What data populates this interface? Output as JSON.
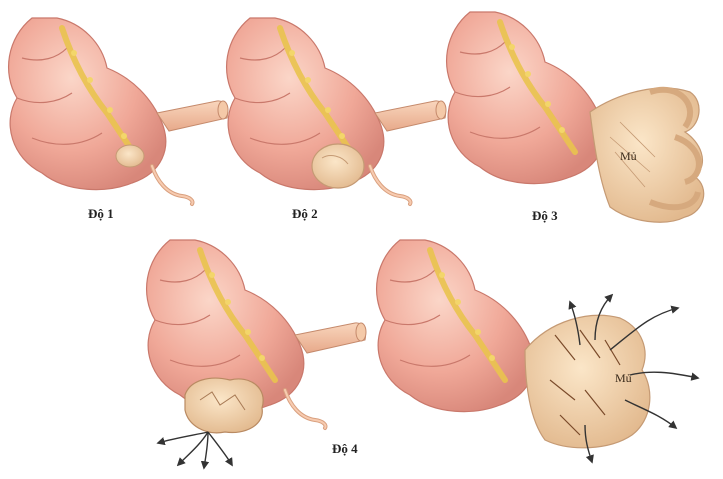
{
  "stages": [
    {
      "label": "Độ 1"
    },
    {
      "label": "Độ 2"
    },
    {
      "label": "Độ 3",
      "inner_label": "Mủ"
    },
    {
      "label": "Độ 4"
    },
    {
      "label": "",
      "inner_label": "Mủ"
    }
  ],
  "colors": {
    "colon": "#f2b0a0",
    "colon_dark": "#d98878",
    "fat": "#f3d66a",
    "appendix": "#f5c4a4",
    "pus": "#f0d0a8",
    "arrow": "#333333"
  }
}
